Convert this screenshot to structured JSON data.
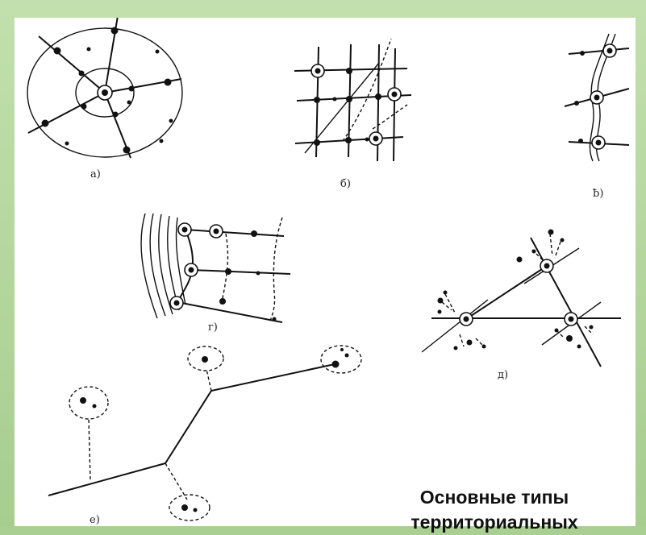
{
  "diagram": {
    "labels": {
      "a": "a)",
      "b": "б)",
      "v": "ƀ)",
      "g": "г)",
      "d": "д)",
      "e": "е)"
    },
    "caption_line1": "Основные типы",
    "caption_line2": "территориальных"
  },
  "colors": {
    "frame": "#a9cf92",
    "panel": "#ffffff",
    "ink": "#111111"
  }
}
